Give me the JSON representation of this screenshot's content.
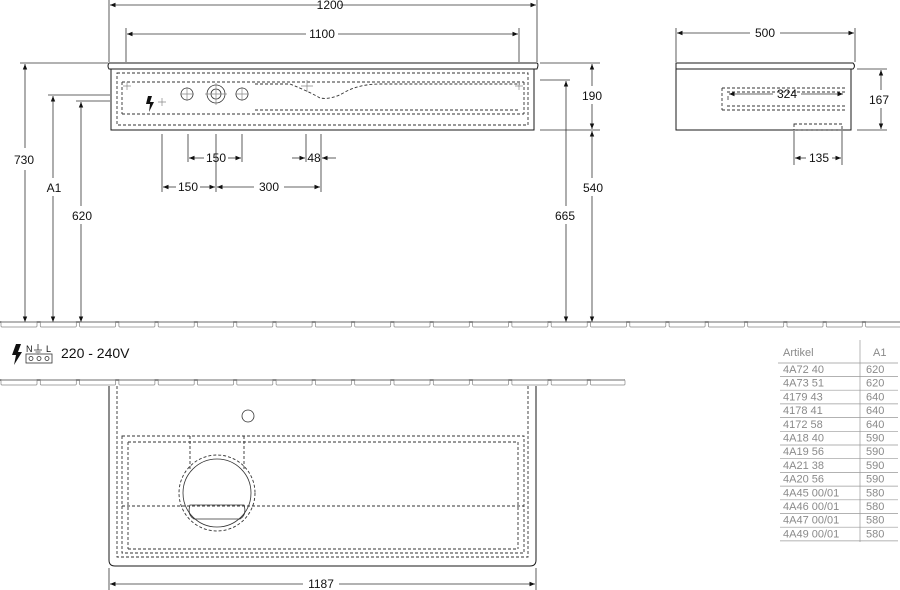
{
  "front": {
    "width": "1200",
    "inner_width": "1100",
    "height_total": "730",
    "height_a1": "A1",
    "height_620": "620",
    "panel_height": "190",
    "height_540": "540",
    "height_665": "665",
    "spacing_150_upper": "150",
    "offset_48": "48",
    "spacing_150_lower": "150",
    "spacing_300": "300"
  },
  "side": {
    "width": "500",
    "depth_324": "324",
    "height_167": "167",
    "depth_135": "135"
  },
  "electrical": {
    "symbol_n": "N",
    "symbol_l": "L",
    "voltage": "220 - 240V"
  },
  "top": {
    "width": "1187"
  },
  "table": {
    "headers": [
      "Artikel",
      "A1"
    ],
    "rows": [
      [
        "4A72 40",
        "620"
      ],
      [
        "4A73 51",
        "620"
      ],
      [
        "4179 43",
        "640"
      ],
      [
        "4178 41",
        "640"
      ],
      [
        "4172 58",
        "640"
      ],
      [
        "4A18 40",
        "590"
      ],
      [
        "4A19 56",
        "590"
      ],
      [
        "4A21 38",
        "590"
      ],
      [
        "4A20 56",
        "590"
      ],
      [
        "4A45 00/01",
        "580"
      ],
      [
        "4A46 00/01",
        "580"
      ],
      [
        "4A47 00/01",
        "580"
      ],
      [
        "4A49 00/01",
        "580"
      ]
    ]
  }
}
